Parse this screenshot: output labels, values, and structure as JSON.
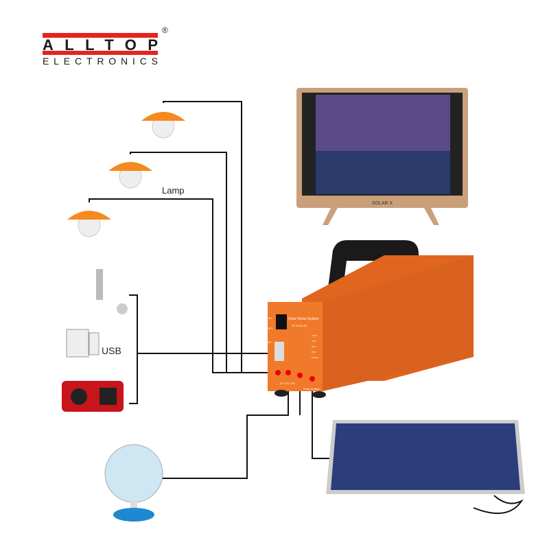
{
  "logo": {
    "brand": "ALLTOP",
    "sub": "ELECTRONICS",
    "reg": "®",
    "colors": {
      "red": "#e52421",
      "black": "#1a1a1a"
    }
  },
  "labels": {
    "lamp": "Lamp",
    "usb": "USB"
  },
  "tv": {
    "brand": "SOLAR X"
  },
  "box": {
    "title": "Solar Home System",
    "model": "ST-DC01-02",
    "on": "ON",
    "off": "OFF",
    "dc": "DC",
    "levels": [
      "100%",
      "75%",
      "50%",
      "25%",
      "Charge"
    ],
    "dc_out": "DC 12V Out",
    "solar_charge": "Solar Charge",
    "color": "#f07a2a"
  }
}
